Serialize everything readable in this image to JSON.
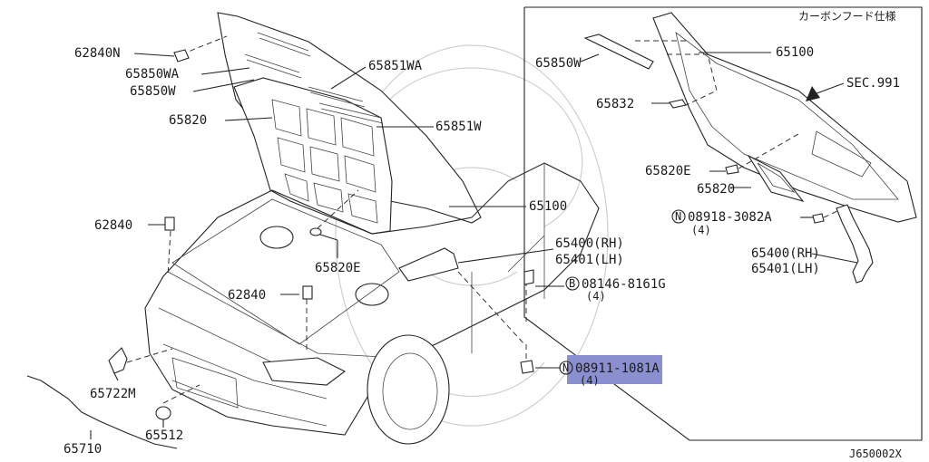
{
  "diagram": {
    "inset_title": "カーボンフード仕様",
    "figure_code": "J650002X",
    "highlight_color": "#8a8fd0",
    "labels": {
      "l_62840N": "62840N",
      "l_65850WA": "65850WA",
      "l_65850W": "65850W",
      "l_65851WA": "65851WA",
      "l_65820": "65820",
      "l_65851W": "65851W",
      "l_65100": "65100",
      "l_62840_a": "62840",
      "l_65820E": "65820E",
      "l_62840_b": "62840",
      "l_65400RH": "65400(RH)",
      "l_65401LH": "65401(LH)",
      "l_08146_8161G": "08146-8161G",
      "l_08146_qty": "(4)",
      "l_08911_1081A": "08911-1081A",
      "l_08911_qty": "(4)",
      "l_65722M": "65722M",
      "l_65512": "65512",
      "l_65710": "65710",
      "i_65850W": "65850W",
      "i_65100": "65100",
      "i_65832": "65832",
      "i_SEC991": "SEC.991",
      "i_65820E": "65820E",
      "i_65820": "65820",
      "i_08918_3082A": "08918-3082A",
      "i_08918_qty": "(4)",
      "i_65400RH": "65400(RH)",
      "i_65401LH": "65401(LH)",
      "n_mark_1": "N",
      "n_mark_2": "N",
      "b_mark": "B"
    }
  }
}
